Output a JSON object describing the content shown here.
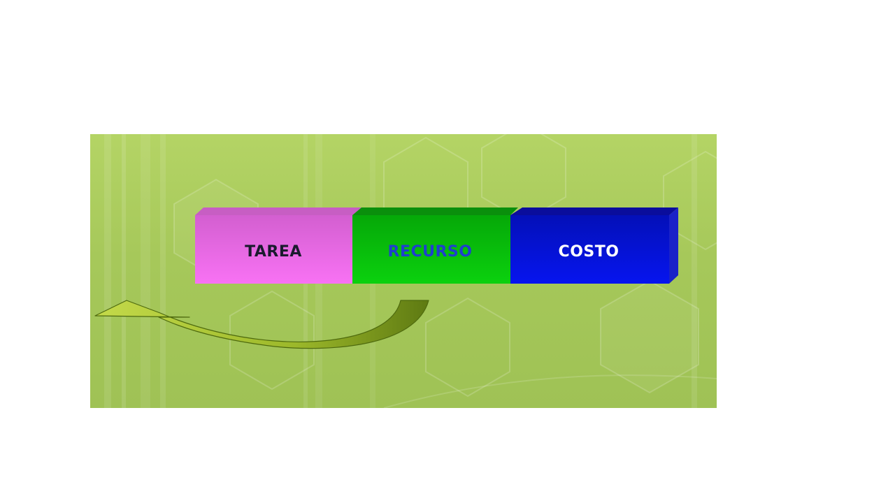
{
  "slide": {
    "background": "#ffffff"
  },
  "panel": {
    "background_top": "#b4d465",
    "background_bottom": "#9fc255",
    "pattern": "hexagon-pattern"
  },
  "diagram": {
    "blocks": [
      {
        "label": "TAREA",
        "front_color": "#f46ff0",
        "top_color": "#c75ec3",
        "text_color": "#1a1a2e"
      },
      {
        "label": "RECURSO",
        "front_color": "#08c90b",
        "top_color": "#0a8f0c",
        "text_color": "#1f3fcf"
      },
      {
        "label": "COSTO",
        "front_color": "#0511e6",
        "top_color": "#0a0d9c",
        "side_color": "#1a22c8",
        "text_color": "#ffffff"
      }
    ],
    "arrow": {
      "icon": "curved-arrow-left-icon",
      "color_light": "#b6cf3a",
      "color_dark": "#5e7a12"
    }
  }
}
